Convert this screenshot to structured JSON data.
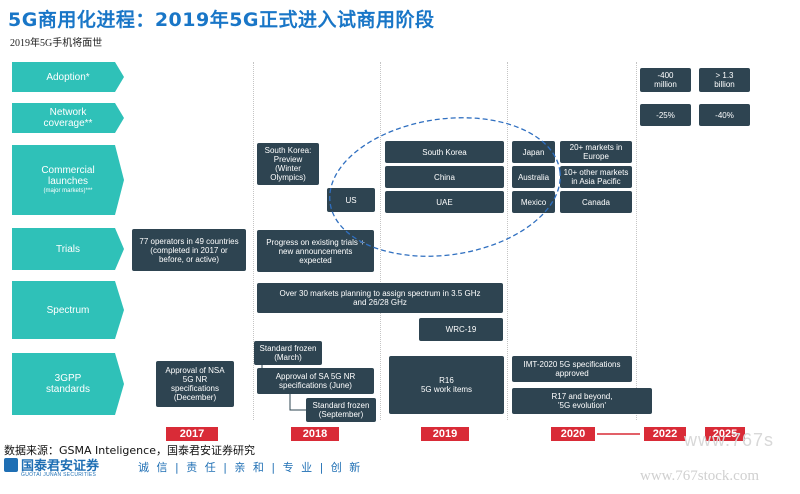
{
  "title": "5G商用化进程：2019年5G正式进入试商用阶段",
  "subtitle": "2019年5G手机将面世",
  "chart_data": {
    "type": "table",
    "rows": [
      {
        "label": "Adoption*"
      },
      {
        "label": "Network coverage**"
      },
      {
        "label": "Commercial launches",
        "sublabel": "(major markets)***"
      },
      {
        "label": "Trials"
      },
      {
        "label": "Spectrum"
      },
      {
        "label": "3GPP standards"
      }
    ],
    "years": [
      "2017",
      "2018",
      "2019",
      "2020",
      "2022",
      "2025"
    ],
    "cells": [
      {
        "row": "Adoption",
        "year": "2022",
        "text": "-400\nmillion"
      },
      {
        "row": "Adoption",
        "year": "2025",
        "text": "> 1.3\nbillion"
      },
      {
        "row": "Network coverage",
        "year": "2022",
        "text": "-25%"
      },
      {
        "row": "Network coverage",
        "year": "2025",
        "text": "-40%"
      },
      {
        "row": "Commercial launches",
        "year": "2018",
        "text": "South Korea:\nPreview (Winter\nOlympics)"
      },
      {
        "row": "Commercial launches",
        "year": "2018",
        "text": "US"
      },
      {
        "row": "Commercial launches",
        "year": "2019",
        "text": "South Korea"
      },
      {
        "row": "Commercial launches",
        "year": "2019",
        "text": "China"
      },
      {
        "row": "Commercial launches",
        "year": "2019",
        "text": "UAE"
      },
      {
        "row": "Commercial launches",
        "year": "2020",
        "text": "Japan"
      },
      {
        "row": "Commercial launches",
        "year": "2020",
        "text": "Australia"
      },
      {
        "row": "Commercial launches",
        "year": "2020",
        "text": "Mexico"
      },
      {
        "row": "Commercial launches",
        "year": "2020",
        "text": "20+ markets in\nEurope"
      },
      {
        "row": "Commercial launches",
        "year": "2020",
        "text": "10+ other markets\nin Asia Pacific"
      },
      {
        "row": "Commercial launches",
        "year": "2020",
        "text": "Canada"
      },
      {
        "row": "Trials",
        "year": "2017",
        "text": "77 operators in 49 countries\n(completed in 2017 or\nbefore, or active)"
      },
      {
        "row": "Trials",
        "year": "2018",
        "text": "Progress on existing trials +\nnew announcements\nexpected"
      },
      {
        "row": "Spectrum",
        "year": "2018",
        "text": "Over 30 markets planning to assign spectrum in 3.5 GHz\nand 26/28 GHz"
      },
      {
        "row": "Spectrum",
        "year": "2019",
        "text": "WRC-19"
      },
      {
        "row": "3GPP standards",
        "year": "2017",
        "text": "Approval of NSA\n5G NR\nspecifications\n(December)"
      },
      {
        "row": "3GPP standards",
        "year": "2018",
        "text": "Standard frozen\n(March)"
      },
      {
        "row": "3GPP standards",
        "year": "2018",
        "text": "Approval of SA 5G NR\nspecifications (June)"
      },
      {
        "row": "3GPP standards",
        "year": "2018",
        "text": "Standard frozen\n(September)"
      },
      {
        "row": "3GPP standards",
        "year": "2019",
        "text": "R16\n5G work items"
      },
      {
        "row": "3GPP standards",
        "year": "2020",
        "text": "IMT-2020 5G specifications\napproved"
      },
      {
        "row": "3GPP standards",
        "year": "2020",
        "text": "R17 and beyond,\n'5G evolution'"
      }
    ]
  },
  "footer": {
    "source": "数据来源：GSMA Inteligence，国泰君安证券研究",
    "logo_cn": "国泰君安证券",
    "logo_en": "GUOTAI JUNAN SECURITIES",
    "slogan": "诚 信 | 责 任 | 亲 和 | 专 业 | 创 新"
  },
  "watermark": {
    "line1": "www.767s",
    "line2": "www.767stock.com"
  },
  "colors": {
    "title": "#1976c7",
    "band": "#2fc1b8",
    "box": "#2e4451",
    "year_bar": "#d92b37",
    "ellipse": "#2f6fc0"
  }
}
